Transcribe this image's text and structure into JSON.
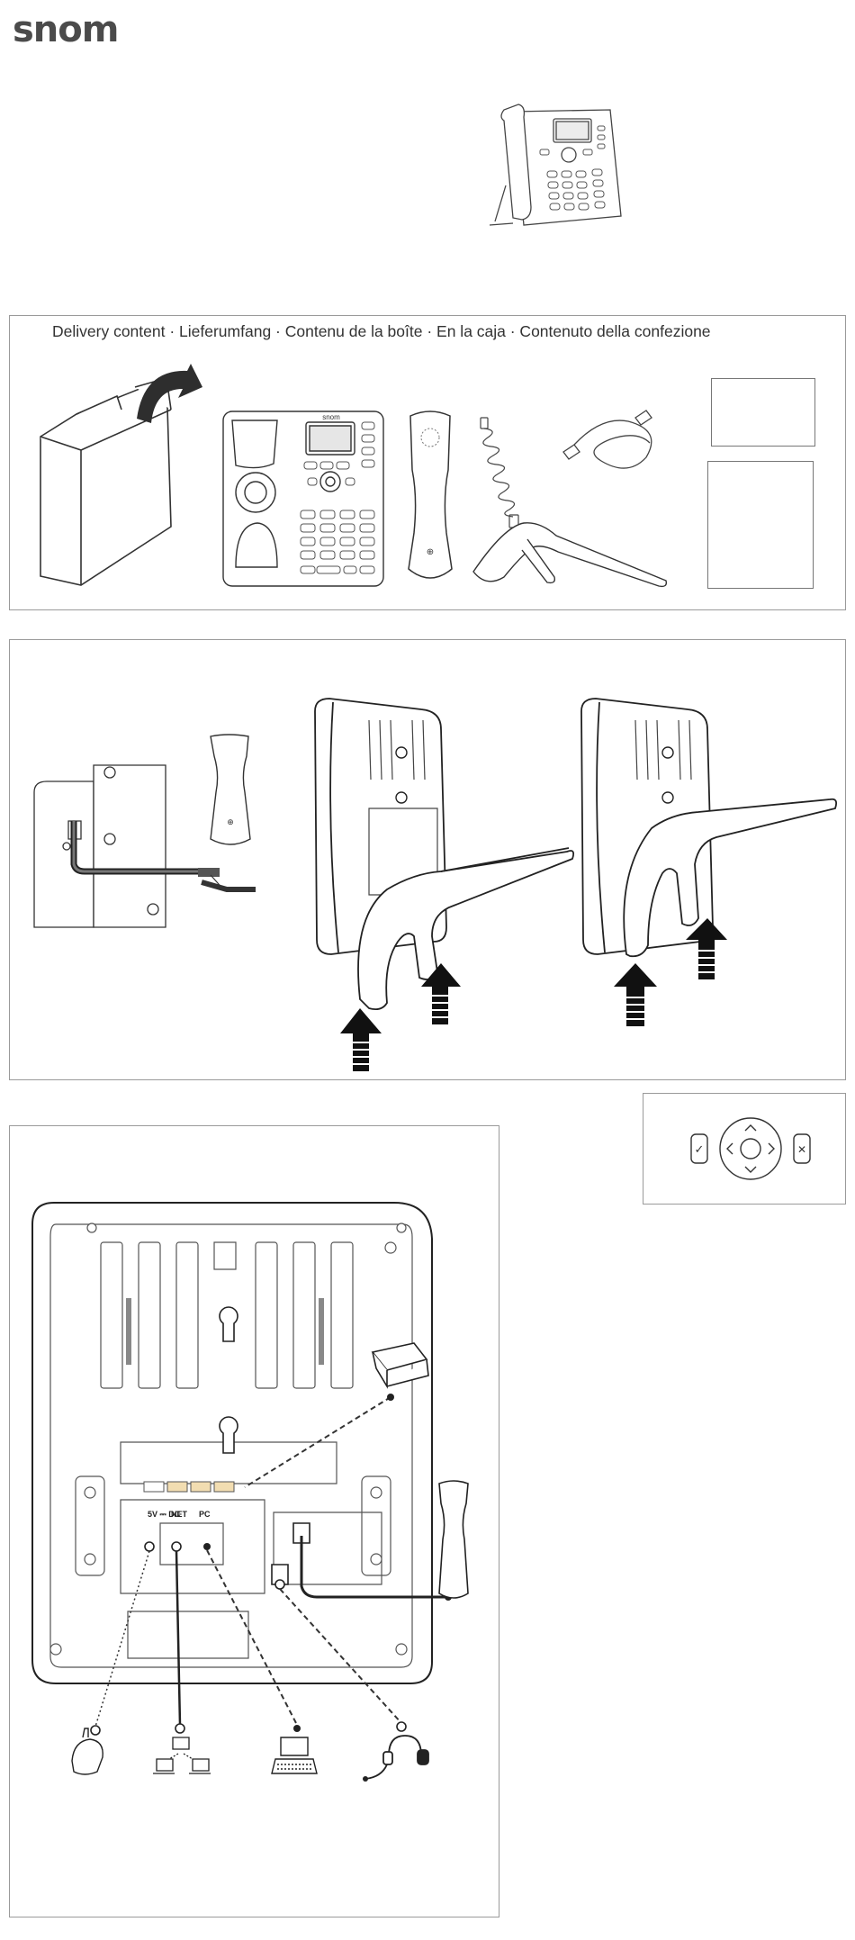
{
  "brand": {
    "logo_text": "snom",
    "device_screen_brand": "snom"
  },
  "delivery": {
    "title": "Delivery content · Lieferumfang · Contenu de la boîte · En la caja · Contenuto della confezione"
  },
  "ports": {
    "power": "5V ⎓ DC",
    "net": "NET",
    "pc": "PC"
  },
  "nav_keys": {
    "confirm_symbol": "✓",
    "cancel_symbol": "✕"
  }
}
